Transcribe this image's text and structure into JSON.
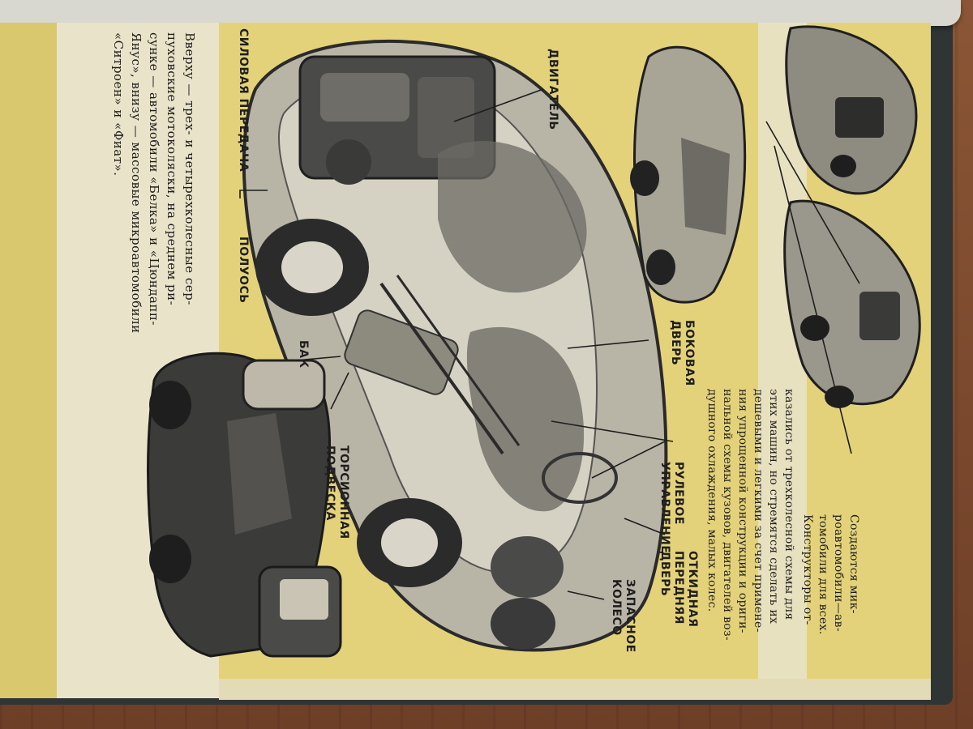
{
  "caption_main": {
    "lines": [
      "Вверху — трех- и четырехколесные сер-",
      "пуховские мотоколяски, на среднем ри-",
      "сунке — автомобили «Белка» и «Цюндапп-",
      "Янус», внизу — массовые микроавтомобили",
      "«Ситроен» и «Фиат»."
    ]
  },
  "caption_right": {
    "lines": [
      "Создаются мик-",
      "роавтомобили—ав-",
      "томобили для всех.",
      "Конструкторы от-",
      "казались от трехколесной схемы для",
      "этих машин, но стремятся сделать их",
      "дешевыми и легкими за счет примене-",
      "ния упрощенной конструкции и ориги-",
      "нальной схемы кузовов, двигателей воз-",
      "душного охлаждения, малых колес."
    ]
  },
  "labels": {
    "engine": "ДВИГАТЕЛЬ",
    "power_transmission": "СИЛОВАЯ ПЕРЕДАЧА",
    "half_axle": "ПОЛУОСЬ",
    "tank": "БАК",
    "torsion_suspension": [
      "ТОРСИОННАЯ",
      "ПОДВЕСКА"
    ],
    "side_door": [
      "БОКОВАЯ",
      "ДВЕРЬ"
    ],
    "steering": [
      "РУЛЕВОЕ",
      "УПРАВЛЕНИЕ"
    ],
    "front_door": [
      "ОТКИДНАЯ",
      "ПЕРЕДНЯЯ",
      "ДВЕРЬ"
    ],
    "spare_wheel": [
      "ЗАПАСНОЕ",
      "КОЛЕСО"
    ]
  },
  "colors": {
    "page_yellow": "#e4d27a",
    "cream": "#e9e4c9",
    "ink": "#1e1e1e",
    "car_body": "#c9c4b4"
  }
}
